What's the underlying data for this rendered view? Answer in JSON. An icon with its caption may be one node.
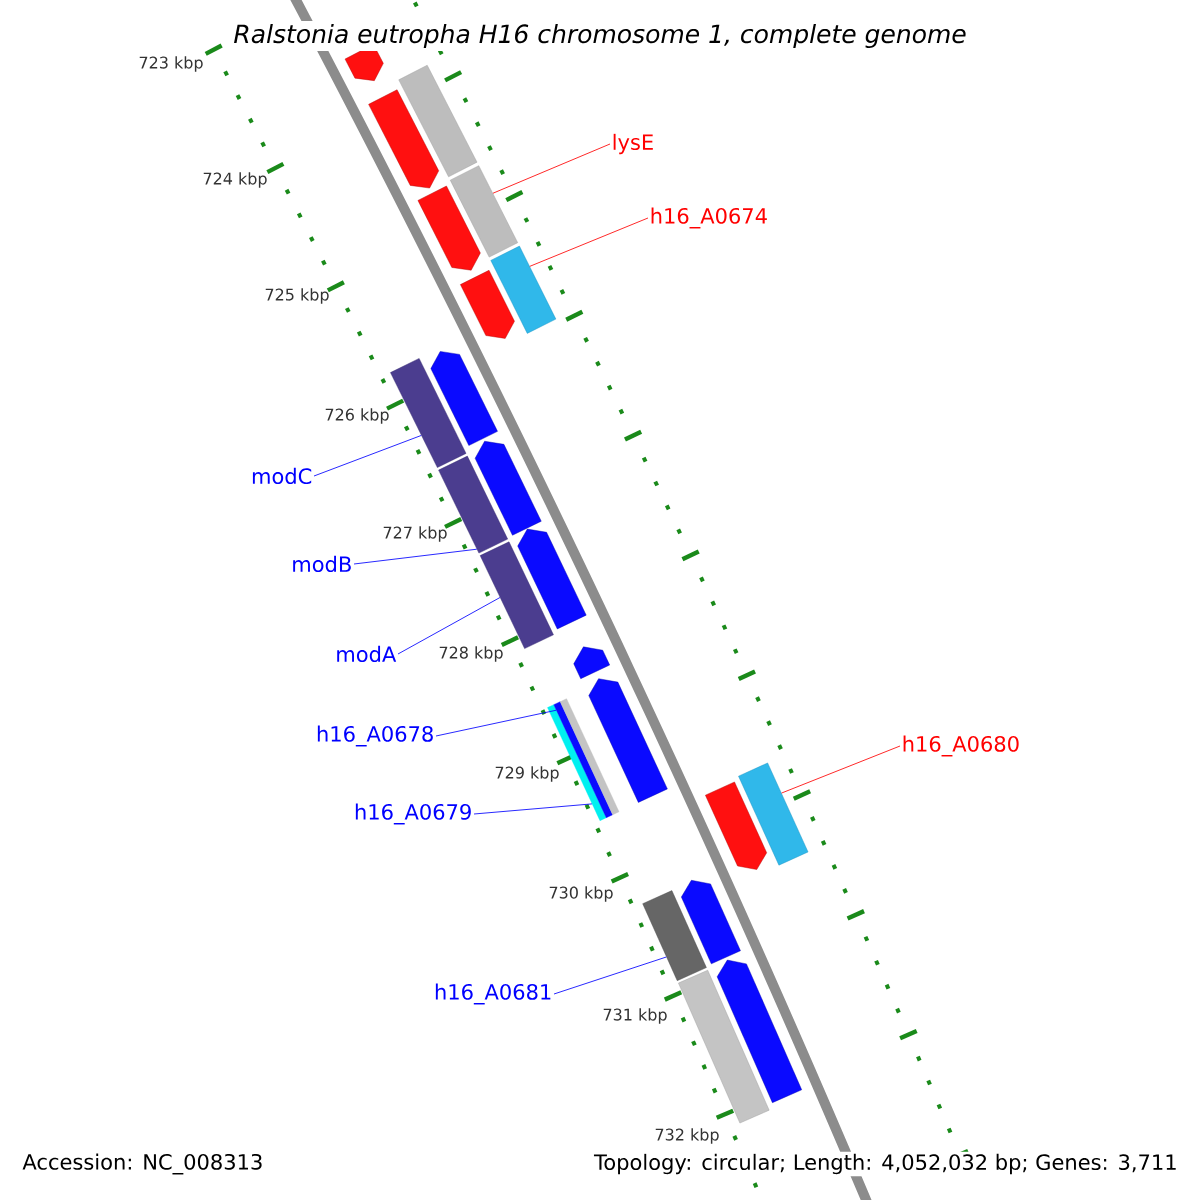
{
  "diagram": {
    "title": "Ralstonia eutropha H16 chromosome 1, complete genome",
    "nodes": [
      {
        "text": [
          "lysE"
        ]
      },
      {
        "text": [
          "h16_A0674"
        ]
      },
      {
        "text": [
          "modC"
        ]
      },
      {
        "text": [
          "modB"
        ]
      },
      {
        "text": [
          "modA"
        ]
      },
      {
        "text": [
          "h16_A0678"
        ]
      },
      {
        "text": [
          "h16_A0680"
        ]
      },
      {
        "text": [
          "h16_A0679"
        ]
      },
      {
        "text": [
          "h16_A0681"
        ]
      },
      {
        "text": [],
        "shape": "pentagon"
      },
      {
        "text": [],
        "shape": "pentagon"
      },
      {
        "text": [],
        "shape": "box"
      },
      {
        "text": [],
        "shape": "pentagon"
      },
      {
        "text": [],
        "shape": "box"
      },
      {
        "text": [],
        "shape": "box"
      },
      {
        "text": [],
        "shape": "pentagon"
      },
      {
        "text": [],
        "shape": "box"
      },
      {
        "text": [],
        "shape": "pentagon"
      },
      {
        "text": [],
        "shape": "pentagon"
      },
      {
        "text": [],
        "shape": "box"
      },
      {
        "text": [],
        "shape": "box"
      },
      {
        "text": [],
        "shape": "pentagon"
      },
      {
        "text": [],
        "shape": "pentagon"
      },
      {
        "text": [],
        "shape": "box"
      },
      {
        "text": [],
        "shape": "box"
      },
      {
        "text": [],
        "shape": "box"
      },
      {
        "text": [],
        "shape": "pentagon"
      },
      {
        "text": [],
        "shape": "pentagon"
      },
      {
        "text": [],
        "shape": "box"
      },
      {
        "text": [],
        "shape": "box"
      },
      {
        "text": [],
        "shape": "pentagon"
      },
      {
        "text": [],
        "shape": "box"
      },
      {
        "text": [],
        "shape": "pentagon"
      }
    ],
    "edges": [
      {
        "from": 0,
        "to": 13,
        "arrow": "none",
        "color": "#ff0000"
      },
      {
        "from": 1,
        "to": 14,
        "arrow": "none",
        "color": "#ff0000"
      },
      {
        "from": 2,
        "to": 16,
        "arrow": "none"
      },
      {
        "from": 3,
        "to": 19,
        "arrow": "none"
      },
      {
        "from": 4,
        "to": 20,
        "arrow": "none"
      },
      {
        "from": 5,
        "to": 24,
        "arrow": "none"
      },
      {
        "from": 6,
        "to": 28,
        "arrow": "none",
        "color": "#ff0000"
      },
      {
        "from": 7,
        "to": 23,
        "arrow": "none"
      },
      {
        "from": 8,
        "to": 29,
        "arrow": "none"
      }
    ],
    "labels": [
      "723 kbp",
      "724 kbp",
      "725 kbp",
      "726 kbp",
      "727 kbp",
      "728 kbp",
      "729 kbp",
      "730 kbp",
      "731 kbp",
      "732 kbp",
      "Accession: NC_008313",
      "Topology: circular; Length: 4,052,032 bp; Genes: 3,711"
    ]
  }
}
